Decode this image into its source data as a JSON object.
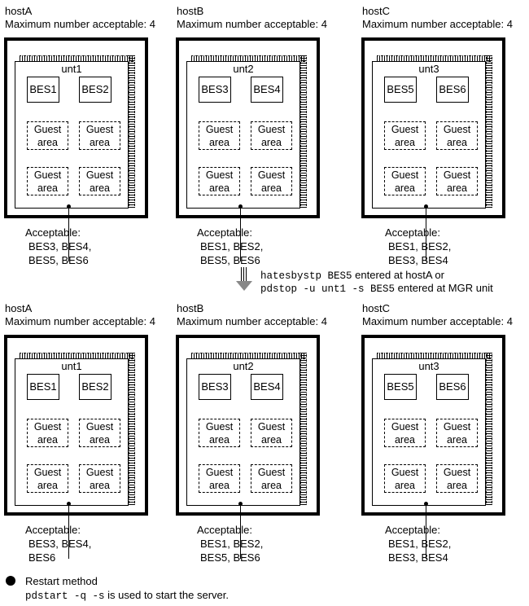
{
  "top": {
    "hosts": [
      {
        "name": "hostA",
        "max_label": "Maximum number acceptable: 4",
        "unit": "unt1",
        "bes": [
          "BES1",
          "BES2"
        ],
        "guest_label_1": "Guest",
        "guest_label_2": "area",
        "acceptable_title": "Acceptable:",
        "acceptable_lines": [
          "BES3, BES4,",
          "BES5, BES6"
        ]
      },
      {
        "name": "hostB",
        "max_label": "Maximum number acceptable: 4",
        "unit": "unt2",
        "bes": [
          "BES3",
          "BES4"
        ],
        "guest_label_1": "Guest",
        "guest_label_2": "area",
        "acceptable_title": "Acceptable:",
        "acceptable_lines": [
          "BES1, BES2,",
          "BES5, BES6"
        ]
      },
      {
        "name": "hostC",
        "max_label": "Maximum number acceptable: 4",
        "unit": "unt3",
        "bes": [
          "BES5",
          "BES6"
        ],
        "guest_label_1": "Guest",
        "guest_label_2": "area",
        "acceptable_title": "Acceptable:",
        "acceptable_lines": [
          "BES1, BES2,",
          "BES3, BES4"
        ]
      }
    ]
  },
  "transition": {
    "line1_cmd": "hatesbystp BES5",
    "line1_text": " entered at hostA or",
    "line2_cmd": "pdstop -u unt1 -s BES5",
    "line2_text": " entered at MGR unit"
  },
  "bottom": {
    "hosts": [
      {
        "name": "hostA",
        "max_label": "Maximum number acceptable: 4",
        "unit": "unt1",
        "bes": [
          "BES1",
          "BES2"
        ],
        "guest_label_1": "Guest",
        "guest_label_2": "area",
        "acceptable_title": "Acceptable:",
        "acceptable_lines": [
          "BES3, BES4,",
          "BES6"
        ]
      },
      {
        "name": "hostB",
        "max_label": "Maximum number acceptable: 4",
        "unit": "unt2",
        "bes": [
          "BES3",
          "BES4"
        ],
        "guest_label_1": "Guest",
        "guest_label_2": "area",
        "acceptable_title": "Acceptable:",
        "acceptable_lines": [
          "BES1, BES2,",
          "BES5, BES6"
        ]
      },
      {
        "name": "hostC",
        "max_label": "Maximum number acceptable: 4",
        "unit": "unt3",
        "bes": [
          "BES5",
          "BES6"
        ],
        "guest_label_1": "Guest",
        "guest_label_2": "area",
        "acceptable_title": "Acceptable:",
        "acceptable_lines": [
          "BES1, BES2,",
          "BES3, BES4"
        ]
      }
    ]
  },
  "footer": {
    "restart_title": "Restart method",
    "restart_cmd": "pdstart -q -s",
    "restart_text": " is used to start the server."
  }
}
